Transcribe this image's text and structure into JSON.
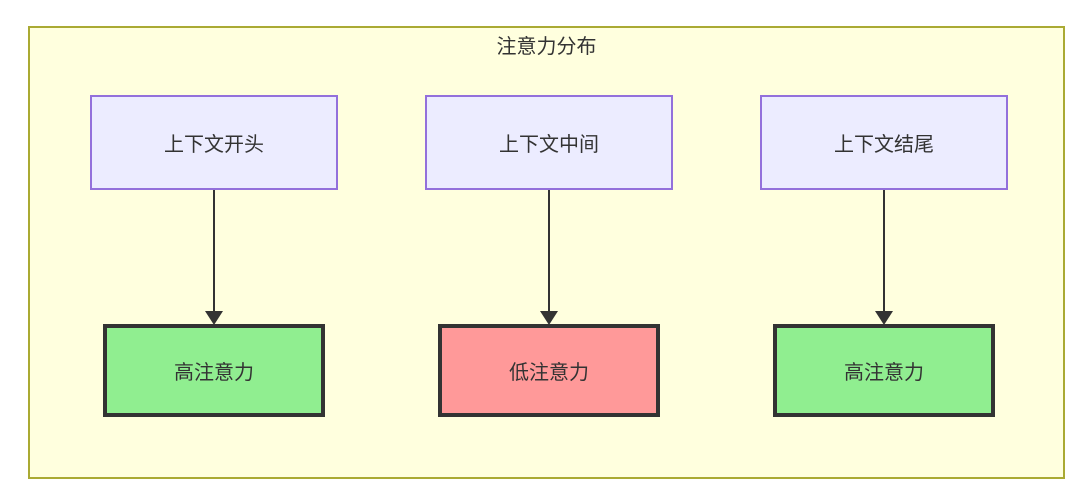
{
  "diagram": {
    "title": "注意力分布",
    "colors": {
      "panel_background": "#ffffde",
      "panel_border": "#aaaa33",
      "source_node_fill": "#ececff",
      "source_node_border": "#9370db",
      "high_attention_fill": "#90ee90",
      "low_attention_fill": "#ff9999",
      "result_node_border": "#333333",
      "arrow": "#333333",
      "text": "#333333"
    },
    "columns": [
      {
        "top": {
          "label": "上下文开头"
        },
        "bottom": {
          "label": "高注意力",
          "fill": "#90ee90"
        }
      },
      {
        "top": {
          "label": "上下文中间"
        },
        "bottom": {
          "label": "低注意力",
          "fill": "#ff9999"
        }
      },
      {
        "top": {
          "label": "上下文结尾"
        },
        "bottom": {
          "label": "高注意力",
          "fill": "#90ee90"
        }
      }
    ]
  }
}
